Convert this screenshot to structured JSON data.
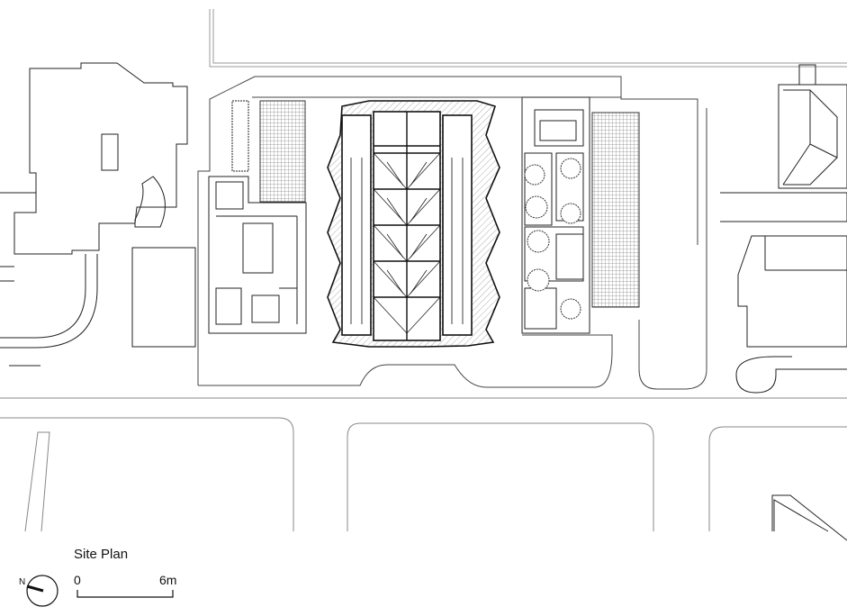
{
  "drawing": {
    "title": "Site Plan",
    "north_label": "N",
    "scale_start": "0",
    "scale_end": "6m"
  }
}
